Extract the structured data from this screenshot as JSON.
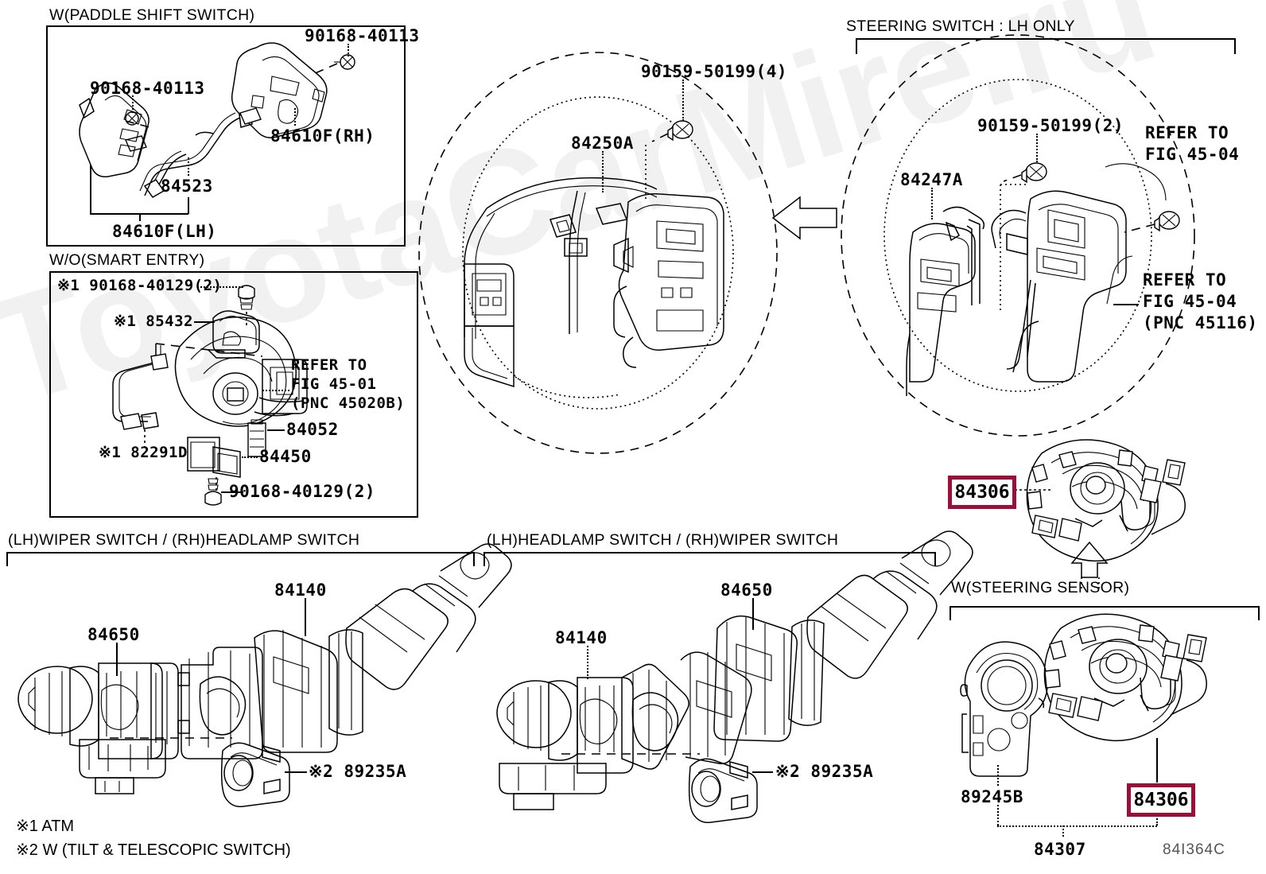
{
  "watermark": "ToyotaCarMire.ru",
  "diagram_code": "84I364C",
  "panels": {
    "paddle_shift": {
      "title": "W(PADDLE SHIFT SWITCH)",
      "labels": {
        "screw_rh": "90168-40113",
        "screw_lh": "90168-40113",
        "paddle_rh": "84610F(RH)",
        "wire": "84523",
        "paddle_lh": "84610F(LH)"
      }
    },
    "smart_entry": {
      "title": "W/O(SMART ENTRY)",
      "labels": {
        "screw_top": "※1 90168-40129(2)",
        "part_85432": "※1 85432",
        "refer_l1": "REFER TO",
        "refer_l2": "FIG 45-01",
        "refer_l3": "(PNC 45020B)",
        "part_84052": "84052",
        "part_84450": "84450",
        "part_82291d": "※1 82291D",
        "screw_bottom": "90168-40129(2)"
      }
    },
    "steering_wheel": {
      "labels": {
        "screw": "90159-50199(4)",
        "pad": "84250A"
      }
    },
    "steering_switch_lh": {
      "title": "STEERING SWITCH : LH ONLY",
      "labels": {
        "screw": "90159-50199(2)",
        "switch": "84247A",
        "refer_top_l1": "REFER TO",
        "refer_top_l2": "FIG 45-04",
        "refer_bot_l1": "REFER TO",
        "refer_bot_l2": "FIG 45-04",
        "refer_bot_l3": "(PNC 45116)"
      }
    },
    "spiral_cable": {
      "labels": {
        "part_84306": "84306"
      }
    },
    "wiper_headlamp_left": {
      "title": "(LH)WIPER SWITCH  /  (RH)HEADLAMP SWITCH",
      "labels": {
        "part_84650": "84650",
        "part_84140": "84140",
        "part_89235a": "※2 89235A"
      }
    },
    "headlamp_wiper_center": {
      "title": "(LH)HEADLAMP SWITCH  /  (RH)WIPER SWITCH",
      "labels": {
        "part_84140": "84140",
        "part_84650": "84650",
        "part_89235a": "※2 89235A"
      }
    },
    "steering_sensor": {
      "title": "W(STEERING SENSOR)",
      "labels": {
        "part_89245b": "89245B",
        "part_84306": "84306",
        "part_84307": "84307"
      }
    }
  },
  "footnotes": [
    "※1  ATM",
    "※2  W (TILT & TELESCOPIC SWITCH)"
  ],
  "colors": {
    "highlight": "#9B1039",
    "line": "#000000",
    "background": "#ffffff",
    "watermark": "#f1f1f1"
  }
}
